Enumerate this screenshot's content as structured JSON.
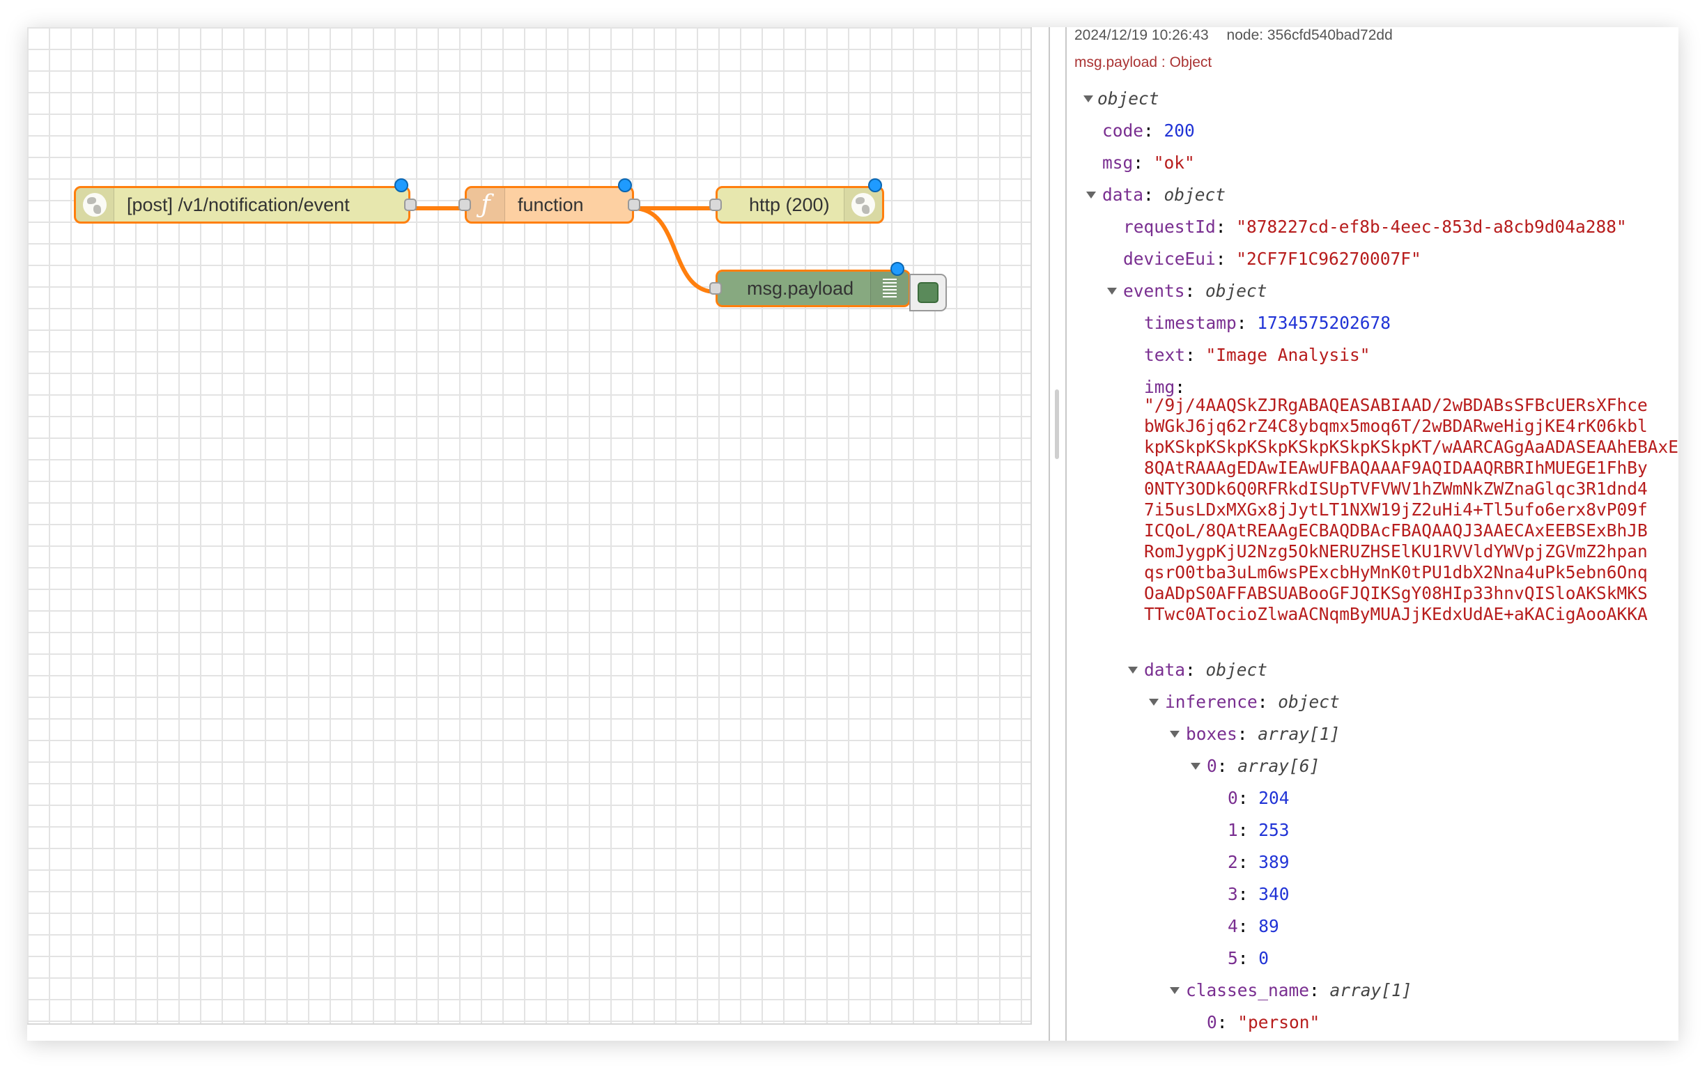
{
  "flow": {
    "nodes": {
      "http_in": "[post] /v1/notification/event",
      "function": "function",
      "http_response": "http (200)",
      "debug": "msg.payload"
    }
  },
  "debug_panel": {
    "timestamp": "2024/12/19 10:26:43",
    "node_id": "node: 356cfd540bad72dd",
    "path": "msg.payload : Object",
    "tree": {
      "object_type": "object",
      "code_key": "code",
      "code_val": "200",
      "msg_key": "msg",
      "msg_val": "\"ok\"",
      "data_key": "data",
      "data_type": "object",
      "requestId_key": "requestId",
      "requestId_val": "\"878227cd-ef8b-4eec-853d-a8cb9d04a288\"",
      "deviceEui_key": "deviceEui",
      "deviceEui_val": "\"2CF7F1C96270007F\"",
      "events_key": "events",
      "events_type": "object",
      "timestamp_key": "timestamp",
      "timestamp_val": "1734575202678",
      "text_key": "text",
      "text_val": "\"Image Analysis\"",
      "img_key": "img",
      "img_lines": [
        "\"/9j/4AAQSkZJRgABAQEASABIAAD/2wBDABsSFBcUERsXFhce",
        "bWGkJ6jq62rZ4C8ybqmx5moq6T/2wBDARweHigjKE4rK06kbl",
        "kpKSkpKSkpKSkpKSkpKSkpKSkpKT/wAARCAGgAaADASEAAhEBAxEB",
        "8QAtRAAAgEDAwIEAwUFBAQAAAF9AQIDAAQRBRIhMUEGE1FhBy",
        "0NTY3ODk6Q0RFRkdISUpTVFVWV1hZWmNkZWZnaGlqc3R1dnd4",
        "7i5usLDxMXGx8jJytLT1NXW19jZ2uHi4+Tl5ufo6erx8vP09f",
        "ICQoL/8QAtREAAgECBAQDBAcFBAQAAQJ3AAECAxEEBSExBhJB",
        "RomJygpKjU2Nzg5OkNERUZHSElKU1RVVldYWVpjZGVmZ2hpan",
        "qsrO0tba3uLm6wsPExcbHyMnK0tPU1dbX2Nna4uPk5ebn6Onq",
        "OaADpS0AFFABSUABooGFJQIKSgY08HIp33hnvQISloAKSkMKS",
        "TTwc0ATocioZlwaACNqmByMUAJjKEdxUdAE+aKACigAooAKKA"
      ],
      "data2_key": "data",
      "data2_type": "object",
      "inference_key": "inference",
      "inference_type": "object",
      "boxes_key": "boxes",
      "boxes_type": "array[1]",
      "box0_key": "0",
      "box0_type": "array[6]",
      "box_values": [
        {
          "key": "0",
          "val": "204"
        },
        {
          "key": "1",
          "val": "253"
        },
        {
          "key": "2",
          "val": "389"
        },
        {
          "key": "3",
          "val": "340"
        },
        {
          "key": "4",
          "val": "89"
        },
        {
          "key": "5",
          "val": "0"
        }
      ],
      "classes_key": "classes_name",
      "classes_type": "array[1]",
      "class0_key": "0",
      "class0_val": "\"person\""
    }
  },
  "colors": {
    "node_border": "#ff7f0e",
    "http_node": "#e7e7ae",
    "function_node": "#fdd0a2",
    "debug_node": "#87a980",
    "status_dot": "#1f9bff"
  }
}
